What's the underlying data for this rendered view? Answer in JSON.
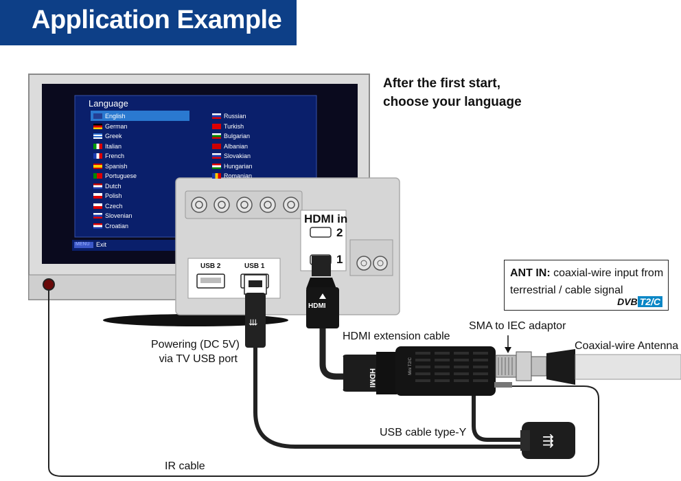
{
  "title": "Application Example",
  "tv_caption": {
    "line1": "After the first start,",
    "line2": "choose your language"
  },
  "screen": {
    "menu_title": "Language",
    "languages_left": [
      "English",
      "German",
      "Greek",
      "Italian",
      "French",
      "Spanish",
      "Portuguese",
      "Dutch",
      "Polish",
      "Czech",
      "Slovenian",
      "Croatian"
    ],
    "languages_right": [
      "Russian",
      "Turkish",
      "Bulgarian",
      "Albanian",
      "Slovakian",
      "Hungarian",
      "Romanian"
    ],
    "footer_key": "MENU",
    "footer_label": "Exit",
    "selected": "English"
  },
  "tv_panel": {
    "usb2": "USB 2",
    "usb1": "USB 1",
    "hdmi_in": "HDMI in",
    "hdmi_port_2": "2",
    "hdmi_port_1": "1"
  },
  "ant_in": {
    "bold": "ANT IN:",
    "text1": " coaxial-wire input from",
    "text2": "terrestrial / cable signal",
    "dvb_prefix": "DVB",
    "dvb_suffix": "T2/C"
  },
  "labels": {
    "hdmi_plug": "HDMI",
    "dongle_hdmi": "HDMI",
    "dongle_brand": "Mini T2/C",
    "sma_adaptor": "SMA to IEC adaptor",
    "coax_antenna": "Coaxial-wire Antenna",
    "powering_line1": "Powering (DC 5V)",
    "powering_line2": "via TV USB port",
    "hdmi_ext": "HDMI extension cable",
    "usb_y": "USB cable type-Y",
    "ir_cable": "IR cable"
  },
  "colors": {
    "banner": "#0d3f87",
    "screen_bg": "#0a0a1e",
    "menu_bg": "#0a1f6b",
    "selection": "#2a79d0",
    "panel": "#d6d6d6",
    "dvb_accent": "#0b87c6"
  }
}
